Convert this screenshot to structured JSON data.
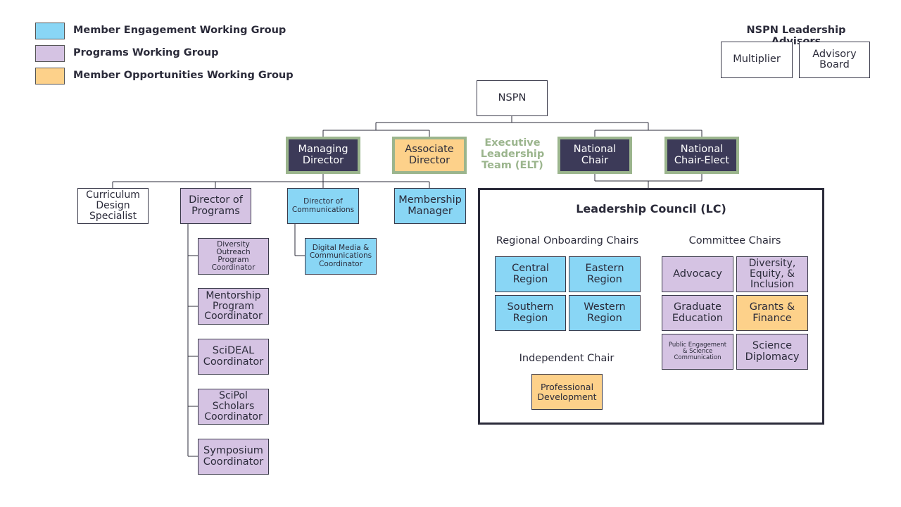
{
  "legend": [
    {
      "label": "Member Engagement Working Group",
      "color": "#89d6f5"
    },
    {
      "label": "Programs Working Group",
      "color": "#d5c3e3"
    },
    {
      "label": "Member Opportunities Working Group",
      "color": "#fdd18a"
    }
  ],
  "advisors": {
    "title": "NSPN Leadership Advisors",
    "multiplier": "Multiplier",
    "advisory_board": "Advisory\nBoard"
  },
  "top": {
    "nspn": "NSPN"
  },
  "elt": {
    "label": "Executive\nLeadership\nTeam (ELT)",
    "managing_director": "Managing\nDirector",
    "associate_director": "Associate\nDirector",
    "national_chair": "National\nChair",
    "national_chair_elect": "National\nChair-Elect"
  },
  "staff": {
    "curriculum": "Curriculum\nDesign\nSpecialist",
    "director_programs": "Director of\nPrograms",
    "director_comms": "Director of\nCommunications",
    "membership_manager": "Membership\nManager",
    "digital_media": "Digital Media &\nCommunications\nCoordinator",
    "diversity_outreach": "Diversity\nOutreach\nProgram\nCoordinator",
    "mentorship": "Mentorship\nProgram\nCoordinator",
    "scideal": "SciDEAL\nCoordinator",
    "scipol": "SciPol\nScholars\nCoordinator",
    "symposium": "Symposium\nCoordinator"
  },
  "lc": {
    "title": "Leadership Council (LC)",
    "regional_heading": "Regional Onboarding Chairs",
    "committee_heading": "Committee Chairs",
    "independent_heading": "Independent Chair",
    "central": "Central\nRegion",
    "eastern": "Eastern\nRegion",
    "southern": "Southern\nRegion",
    "western": "Western\nRegion",
    "advocacy": "Advocacy",
    "dei": "Diversity,\nEquity, &\nInclusion",
    "graduate": "Graduate\nEducation",
    "grants": "Grants &\nFinance",
    "public_engagement": "Public  Engagement\n& Science\nCommunication",
    "science_diplomacy": "Science\nDiplomacy",
    "professional_dev": "Professional\nDevelopment"
  }
}
